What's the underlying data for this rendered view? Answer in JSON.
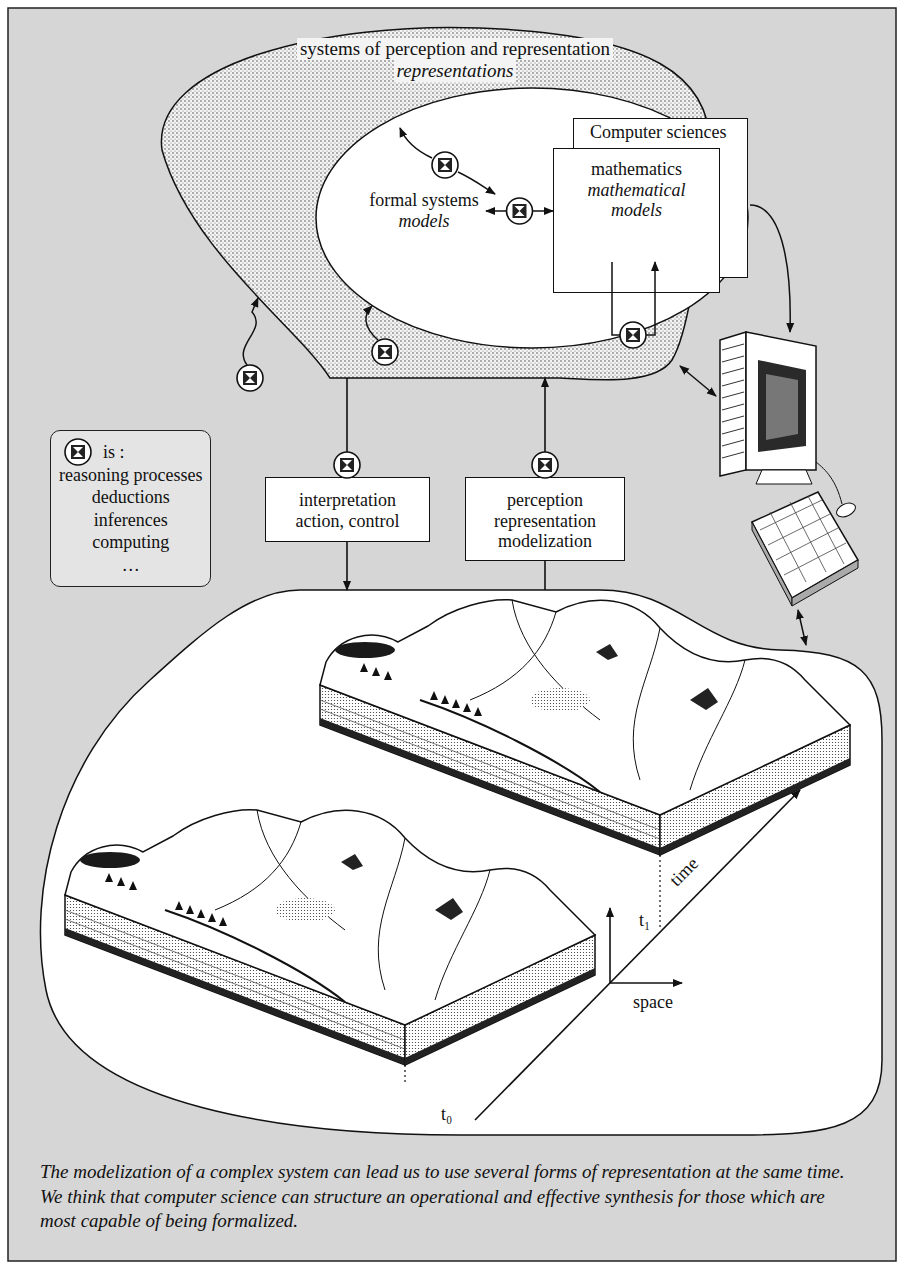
{
  "diagram": {
    "caption": "The modelization of a complex system can lead us to use several forms of representation at the same time. We think that computer science can structure an operational and effective synthesis for those which are most capable of being formalized.",
    "nodes": [
      {
        "text": [
          "systems of perception and representation",
          "representations"
        ]
      },
      {
        "text": [
          "formal systems",
          "models"
        ],
        "in": 0
      },
      {
        "text": [
          "Computer sciences"
        ],
        "in": 0
      },
      {
        "text": [
          "mathematics",
          "mathematical models"
        ],
        "in": 0
      },
      {
        "text": [
          "interpretation action, control"
        ]
      },
      {
        "text": [
          "perception representation modelization"
        ]
      },
      {
        "text": [
          "time",
          "space",
          "t₀",
          "t₁"
        ]
      }
    ],
    "edges": [
      {
        "from": 1,
        "to": 3,
        "arrow": "both"
      },
      {
        "from": 0,
        "to": 4,
        "arrow": "none"
      },
      {
        "from": 4,
        "to": 6,
        "arrow": "to"
      },
      {
        "from": 6,
        "to": 5,
        "arrow": "none"
      },
      {
        "from": 5,
        "to": 0,
        "arrow": "to"
      }
    ],
    "legend": [
      {
        "text": "is :"
      },
      {
        "text": "reasoning processes"
      },
      {
        "text": "deductions"
      },
      {
        "text": "inferences"
      },
      {
        "text": "computing"
      },
      {
        "text": "…"
      }
    ]
  }
}
